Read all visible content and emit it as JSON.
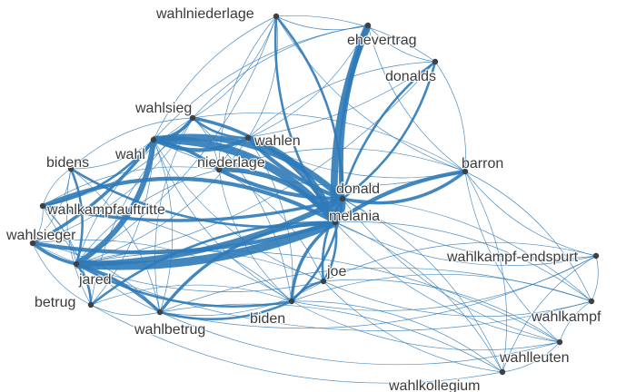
{
  "graph": {
    "nodes": [
      {
        "id": "wahlniederlage",
        "label": "wahlniederlage"
      },
      {
        "id": "ehevertrag",
        "label": "ehevertrag"
      },
      {
        "id": "donalds",
        "label": "donalds"
      },
      {
        "id": "wahlsieg",
        "label": "wahlsieg"
      },
      {
        "id": "wahlen",
        "label": "wahlen"
      },
      {
        "id": "wahl",
        "label": "wahl"
      },
      {
        "id": "niederlage",
        "label": "niederlage"
      },
      {
        "id": "bidens",
        "label": "bidens"
      },
      {
        "id": "barron",
        "label": "barron"
      },
      {
        "id": "donald",
        "label": "donald"
      },
      {
        "id": "wahlkampfauftritte",
        "label": "wahlkampfauftritte"
      },
      {
        "id": "melania",
        "label": "melania"
      },
      {
        "id": "wahlsieger",
        "label": "wahlsieger"
      },
      {
        "id": "jared",
        "label": "jared"
      },
      {
        "id": "joe",
        "label": "joe"
      },
      {
        "id": "wahlkampf-endspurt",
        "label": "wahlkampf-endspurt"
      },
      {
        "id": "betrug",
        "label": "betrug"
      },
      {
        "id": "biden",
        "label": "biden"
      },
      {
        "id": "wahlkampf",
        "label": "wahlkampf"
      },
      {
        "id": "wahlbetrug",
        "label": "wahlbetrug"
      },
      {
        "id": "wahlleuten",
        "label": "wahlleuten"
      },
      {
        "id": "wahlkollegium",
        "label": "wahlkollegium"
      }
    ],
    "edges": [
      [
        "melania",
        "donald",
        6
      ],
      [
        "melania",
        "jared",
        10
      ],
      [
        "melania",
        "wahl",
        9
      ],
      [
        "melania",
        "ehevertrag",
        8
      ],
      [
        "donald",
        "wahl",
        7
      ],
      [
        "donald",
        "jared",
        6
      ],
      [
        "melania",
        "wahlen",
        5
      ],
      [
        "donald",
        "wahlen",
        4
      ],
      [
        "melania",
        "niederlage",
        5
      ],
      [
        "donald",
        "niederlage",
        4
      ],
      [
        "melania",
        "wahlkampfauftritte",
        4
      ],
      [
        "donald",
        "wahlkampfauftritte",
        3
      ],
      [
        "melania",
        "wahlsieg",
        3
      ],
      [
        "melania",
        "wahlsieger",
        4
      ],
      [
        "jared",
        "wahl",
        6
      ],
      [
        "jared",
        "wahlsieger",
        3
      ],
      [
        "melania",
        "biden",
        3
      ],
      [
        "donald",
        "biden",
        2
      ],
      [
        "melania",
        "wahlbetrug",
        3
      ],
      [
        "melania",
        "barron",
        4
      ],
      [
        "donald",
        "barron",
        3
      ],
      [
        "melania",
        "joe",
        2
      ],
      [
        "donald",
        "joe",
        2
      ],
      [
        "donald",
        "ehevertrag",
        5
      ],
      [
        "wahl",
        "wahlen",
        4
      ],
      [
        "wahl",
        "niederlage",
        3
      ],
      [
        "wahl",
        "wahlsieg",
        3
      ],
      [
        "jared",
        "wahlbetrug",
        3
      ],
      [
        "jared",
        "biden",
        2
      ],
      [
        "wahl",
        "wahlsieger",
        3
      ],
      [
        "jared",
        "bidens",
        2
      ],
      [
        "wahl",
        "wahlkampfauftritte",
        2
      ],
      [
        "wahlsieg",
        "wahlen",
        2
      ],
      [
        "melania",
        "donalds",
        2
      ],
      [
        "donald",
        "donalds",
        2
      ],
      [
        "melania",
        "wahlniederlage",
        2
      ],
      [
        "donald",
        "wahlniederlage",
        2
      ],
      [
        "melania",
        "bidens",
        2
      ],
      [
        "melania",
        "betrug",
        2
      ],
      [
        "jared",
        "betrug",
        2
      ],
      [
        "wahlbetrug",
        "biden",
        2
      ],
      [
        "biden",
        "joe",
        2
      ],
      [
        "melania",
        "wahlkampf-endspurt",
        1
      ],
      [
        "melania",
        "wahlkampf",
        1
      ],
      [
        "melania",
        "wahlleuten",
        1
      ],
      [
        "melania",
        "wahlkollegium",
        1
      ],
      [
        "donald",
        "wahlkampf-endspurt",
        1
      ],
      [
        "donald",
        "wahlkampf",
        1
      ],
      [
        "donald",
        "wahlleuten",
        1
      ],
      [
        "donald",
        "wahlkollegium",
        1
      ],
      [
        "biden",
        "wahlkampf-endspurt",
        1
      ],
      [
        "biden",
        "wahlkampf",
        1
      ],
      [
        "biden",
        "wahlleuten",
        1
      ],
      [
        "biden",
        "wahlkollegium",
        1
      ],
      [
        "barron",
        "wahlkampf-endspurt",
        1
      ],
      [
        "barron",
        "wahlkampf",
        1
      ],
      [
        "barron",
        "wahlleuten",
        1
      ],
      [
        "barron",
        "wahlkollegium",
        1
      ],
      [
        "joe",
        "wahlkampf",
        1
      ],
      [
        "joe",
        "wahlleuten",
        1
      ],
      [
        "joe",
        "wahlkollegium",
        1
      ],
      [
        "wahlkampf-endspurt",
        "wahlkampf",
        1
      ],
      [
        "wahlkampf",
        "wahlleuten",
        1
      ],
      [
        "wahlleuten",
        "wahlkollegium",
        1
      ],
      [
        "wahlkampf-endspurt",
        "wahlkollegium",
        1
      ],
      [
        "barron",
        "wahlen",
        1
      ],
      [
        "barron",
        "wahlsieg",
        1
      ],
      [
        "barron",
        "wahl",
        1
      ],
      [
        "barron",
        "niederlage",
        1
      ],
      [
        "barron",
        "ehevertrag",
        1
      ],
      [
        "barron",
        "donalds",
        1
      ],
      [
        "barron",
        "wahlniederlage",
        1
      ],
      [
        "wahlniederlage",
        "ehevertrag",
        1
      ],
      [
        "wahlniederlage",
        "donalds",
        1
      ],
      [
        "ehevertrag",
        "donalds",
        1
      ],
      [
        "wahlniederlage",
        "wahlsieg",
        1
      ],
      [
        "wahlniederlage",
        "wahl",
        1
      ],
      [
        "wahlniederlage",
        "wahlen",
        1
      ],
      [
        "wahlniederlage",
        "niederlage",
        1
      ],
      [
        "wahlniederlage",
        "jared",
        1
      ],
      [
        "ehevertrag",
        "wahl",
        1
      ],
      [
        "ehevertrag",
        "wahlen",
        1
      ],
      [
        "ehevertrag",
        "wahlsieg",
        1
      ],
      [
        "donalds",
        "wahl",
        1
      ],
      [
        "donalds",
        "wahlen",
        1
      ],
      [
        "donalds",
        "jared",
        1
      ],
      [
        "bidens",
        "wahl",
        1
      ],
      [
        "bidens",
        "wahlsieg",
        1
      ],
      [
        "bidens",
        "wahlkampfauftritte",
        1
      ],
      [
        "bidens",
        "wahlsieger",
        1
      ],
      [
        "bidens",
        "betrug",
        1
      ],
      [
        "bidens",
        "wahlbetrug",
        1
      ],
      [
        "wahlsieger",
        "betrug",
        1
      ],
      [
        "wahlsieger",
        "wahlbetrug",
        1
      ],
      [
        "wahlsieger",
        "wahlkampfauftritte",
        1
      ],
      [
        "wahlsieger",
        "biden",
        1
      ],
      [
        "wahlsieger",
        "wahlsieg",
        1
      ],
      [
        "wahlkampfauftritte",
        "betrug",
        1
      ],
      [
        "wahlkampfauftritte",
        "wahlbetrug",
        1
      ],
      [
        "wahlkampfauftritte",
        "biden",
        1
      ],
      [
        "wahlkampfauftritte",
        "wahlsieg",
        1
      ],
      [
        "wahlkampfauftritte",
        "niederlage",
        1
      ],
      [
        "betrug",
        "wahlbetrug",
        1
      ],
      [
        "betrug",
        "biden",
        1
      ],
      [
        "betrug",
        "wahl",
        1
      ],
      [
        "betrug",
        "wahlsieg",
        1
      ],
      [
        "wahlbetrug",
        "wahl",
        1
      ],
      [
        "wahlbetrug",
        "wahlsieg",
        1
      ],
      [
        "wahlbetrug",
        "joe",
        1
      ],
      [
        "biden",
        "wahl",
        1
      ],
      [
        "biden",
        "wahlsieg",
        1
      ],
      [
        "biden",
        "niederlage",
        1
      ],
      [
        "biden",
        "wahlen",
        1
      ],
      [
        "joe",
        "wahl",
        1
      ],
      [
        "joe",
        "jared",
        1
      ],
      [
        "joe",
        "wahlsieger",
        1
      ],
      [
        "joe",
        "niederlage",
        1
      ],
      [
        "wahlsieg",
        "niederlage",
        1
      ],
      [
        "wahlen",
        "niederlage",
        1
      ],
      [
        "jared",
        "wahlsieg",
        1
      ],
      [
        "jared",
        "wahlen",
        1
      ],
      [
        "jared",
        "niederlage",
        1
      ],
      [
        "jared",
        "wahlkampfauftritte",
        1
      ],
      [
        "wahlkampf-endspurt",
        "wahlbetrug",
        1
      ],
      [
        "wahlkampf",
        "wahlbetrug",
        1
      ],
      [
        "wahlleuten",
        "wahlbetrug",
        1
      ],
      [
        "wahlkollegium",
        "wahlbetrug",
        1
      ],
      [
        "wahlkollegium",
        "betrug",
        1
      ],
      [
        "wahlleuten",
        "jared",
        1
      ],
      [
        "wahlkampf",
        "jared",
        1
      ],
      [
        "wahlkampf-endspurt",
        "joe",
        1
      ]
    ]
  },
  "colors": {
    "edge": "#2f7ab8",
    "node": "#404040",
    "label": "#3a3a3a"
  }
}
